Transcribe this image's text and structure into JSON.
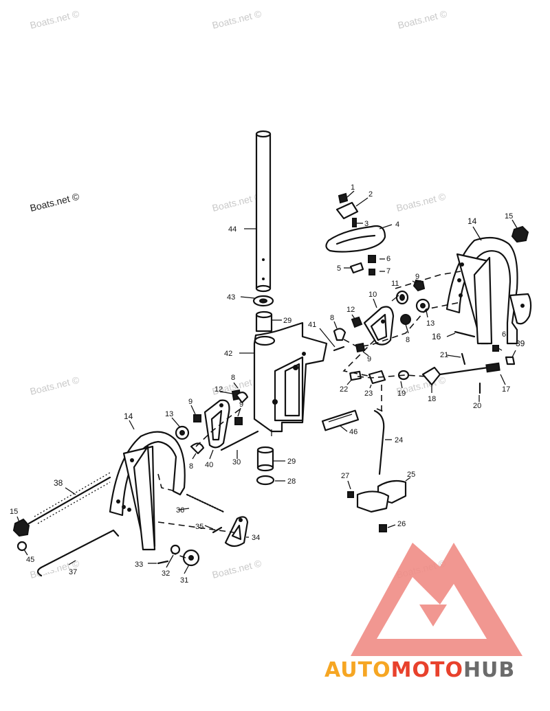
{
  "watermark": {
    "text": "Boats.net ©"
  },
  "brand": {
    "part1": "AUTO",
    "part2": "MOTO",
    "part3": "HUB",
    "color1": "#f6a623",
    "color2": "#e8412c",
    "color3": "#6b6b6b",
    "logo_color": "#f08c85"
  },
  "callouts": {
    "c1": "1",
    "c2": "2",
    "c3": "3",
    "c4": "4",
    "c5": "5",
    "c6": "6",
    "c7": "7",
    "c8a": "8",
    "c8b": "8",
    "c8c": "8",
    "c8d": "8",
    "c9a": "9",
    "c9b": "9",
    "c9c": "9",
    "c9d": "9",
    "c10": "10",
    "c11": "11",
    "c12a": "12",
    "c12b": "12",
    "c13a": "13",
    "c13b": "13",
    "c14a": "14",
    "c14b": "14",
    "c15a": "15",
    "c15b": "15",
    "c16": "16",
    "c17": "17",
    "c18": "18",
    "c19": "19",
    "c20": "20",
    "c21": "21",
    "c22": "22",
    "c23": "23",
    "c24": "24",
    "c25": "25",
    "c26": "26",
    "c27": "27",
    "c28": "28",
    "c29a": "29",
    "c29b": "29",
    "c30": "30",
    "c31": "31",
    "c32": "32",
    "c33": "33",
    "c34": "34",
    "c35": "35",
    "c36": "36",
    "c37": "37",
    "c38": "38",
    "c39": "39",
    "c40": "40",
    "c41": "41",
    "c42": "42",
    "c43": "43",
    "c44": "44",
    "c45": "45",
    "c46": "46",
    "c6b": "6"
  }
}
